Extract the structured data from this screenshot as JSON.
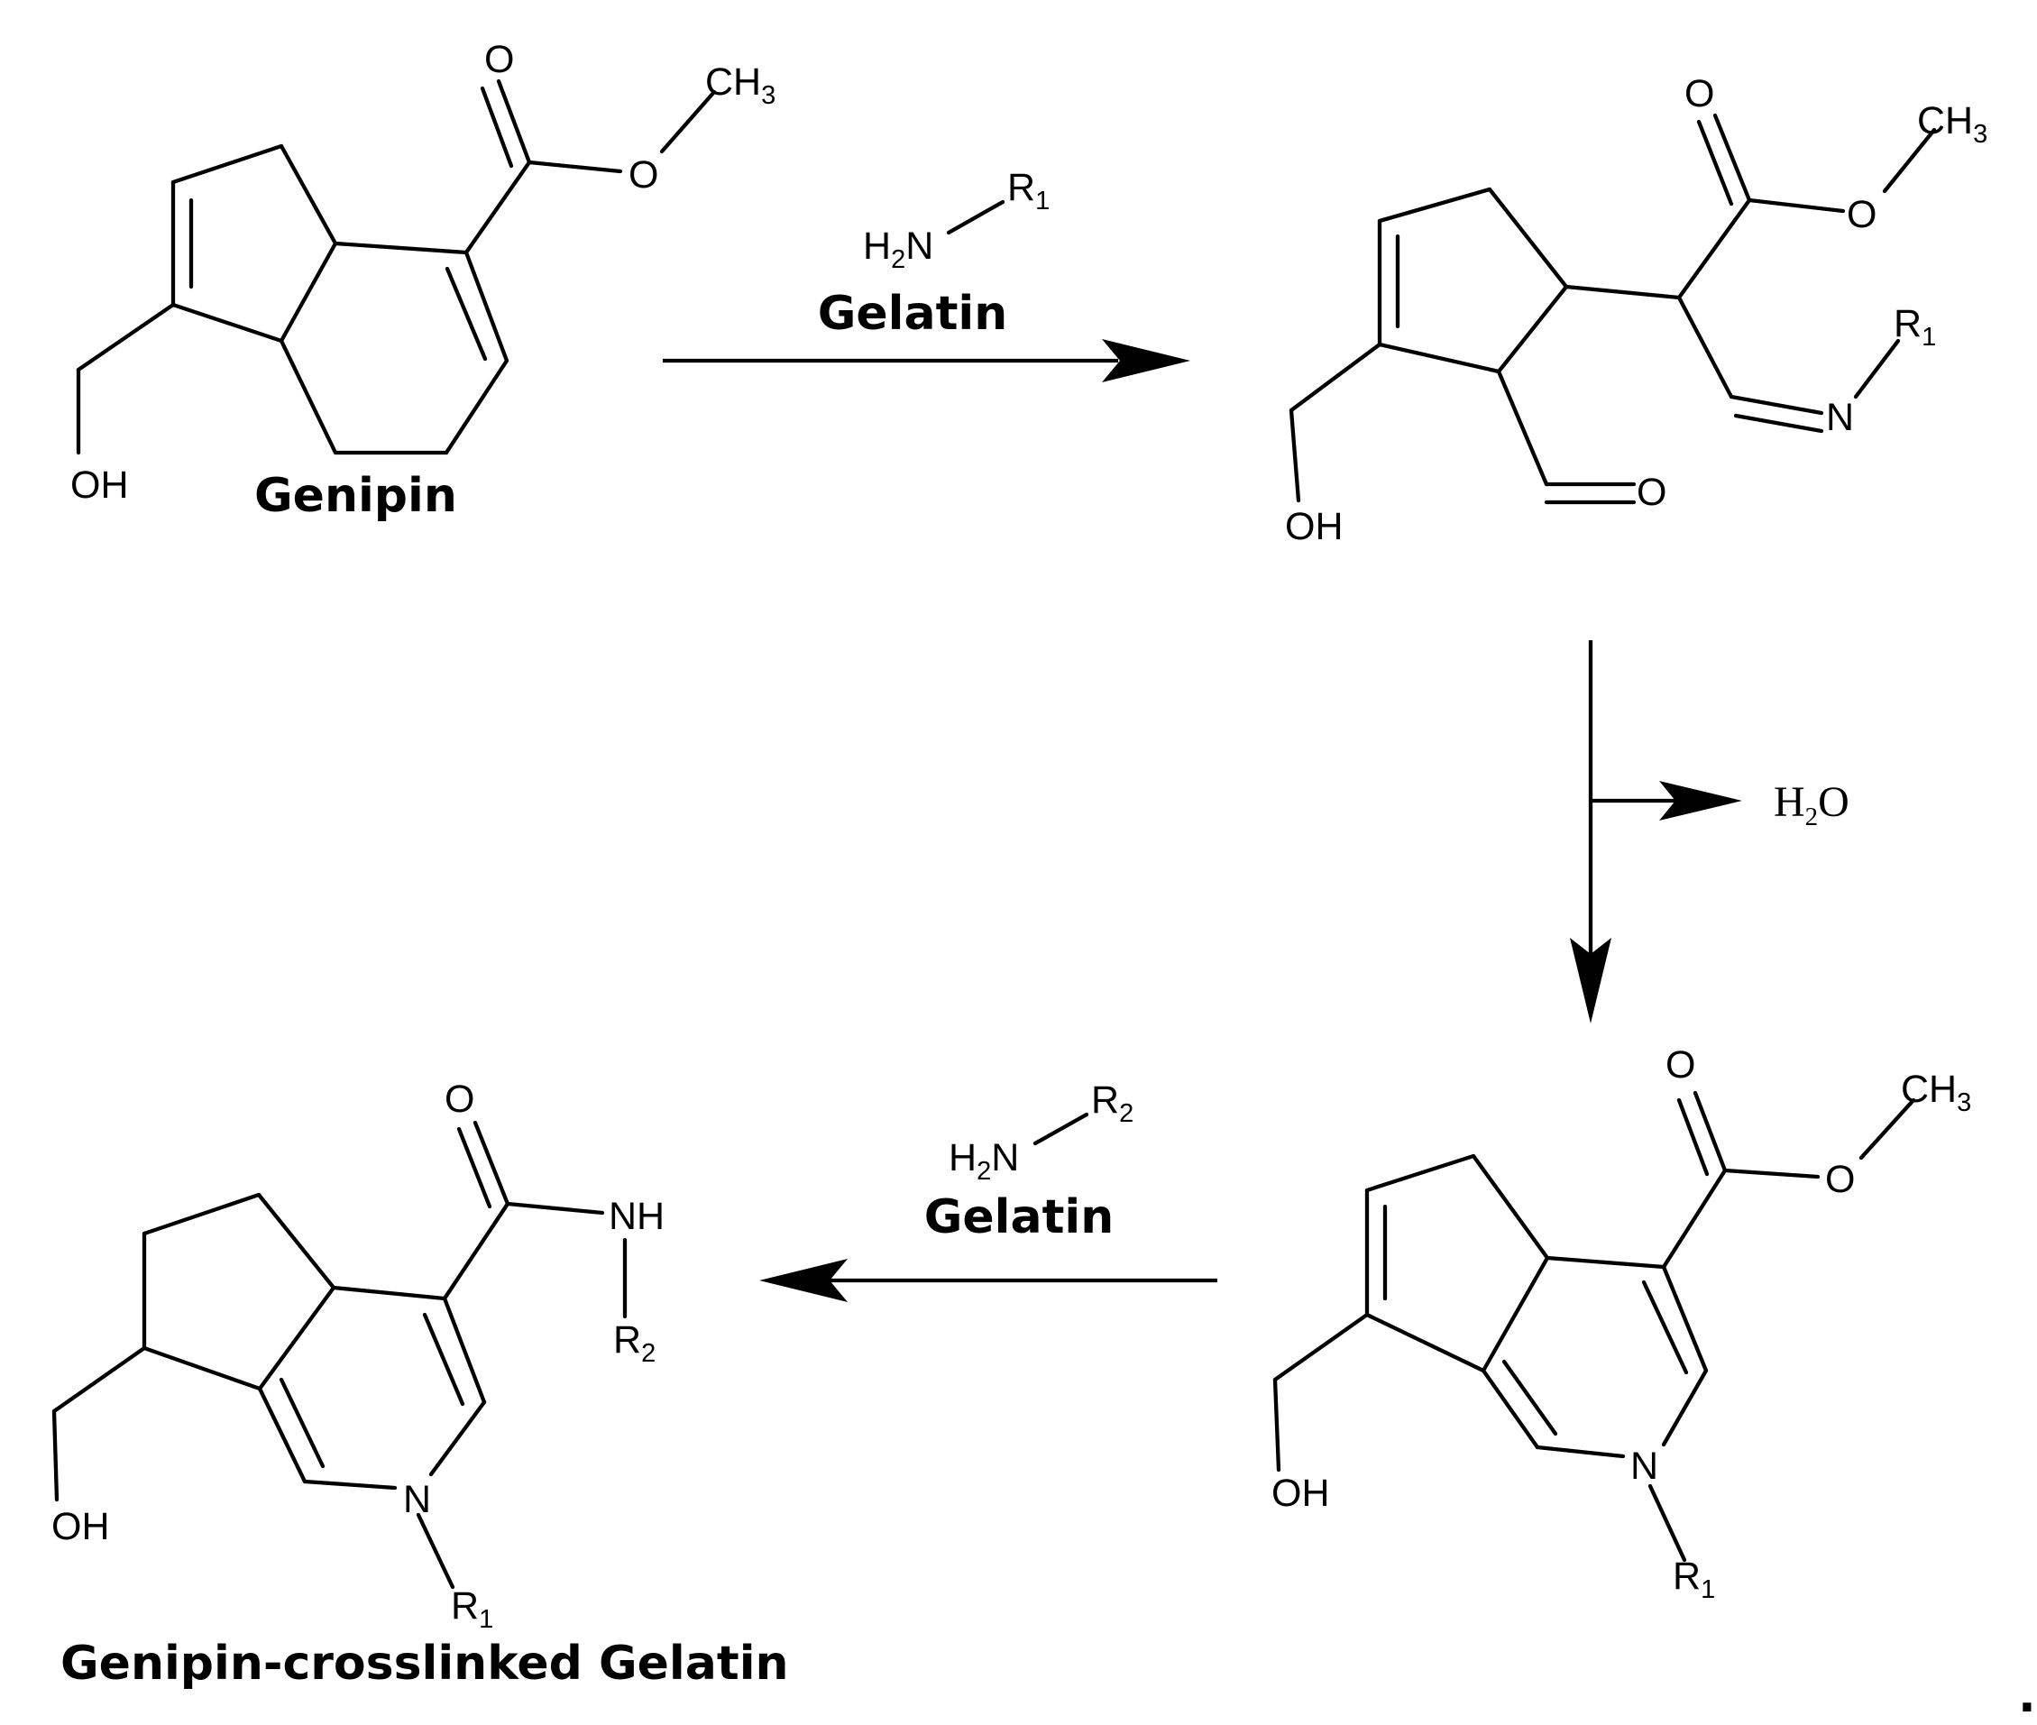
{
  "compounds": {
    "genipin": {
      "name": "Genipin",
      "o": "O",
      "o_ester": "O",
      "ch": "CH",
      "ch_sub": "3",
      "oh": "OH"
    },
    "intermediate1": {
      "o": "O",
      "o_ester": "O",
      "ch": "CH",
      "ch_sub": "3",
      "r": "R",
      "r_sub": "1",
      "n": "N",
      "o_aldehyde": "O",
      "oh": "OH"
    },
    "intermediate2": {
      "o": "O",
      "o_ester": "O",
      "ch": "CH",
      "ch_sub": "3",
      "n": "N",
      "r": "R",
      "r_sub": "1",
      "oh": "OH"
    },
    "product": {
      "name": "Genipin-crosslinked Gelatin",
      "o": "O",
      "nh": "NH",
      "r2": "R",
      "r2_sub": "2",
      "n": "N",
      "r1": "R",
      "r1_sub": "1",
      "oh": "OH"
    }
  },
  "reagents": {
    "step1": {
      "amine_h": "H",
      "amine_h_sub": "2",
      "amine_n": "N",
      "r": "R",
      "r_sub": "1",
      "label": "Gelatin"
    },
    "step2": {
      "byproduct_h": "H",
      "byproduct_sub": "2",
      "byproduct_o": "O"
    },
    "step3": {
      "amine_h": "H",
      "amine_h_sub": "2",
      "amine_n": "N",
      "r": "R",
      "r_sub": "2",
      "label": "Gelatin"
    }
  },
  "trailing_mark": "."
}
